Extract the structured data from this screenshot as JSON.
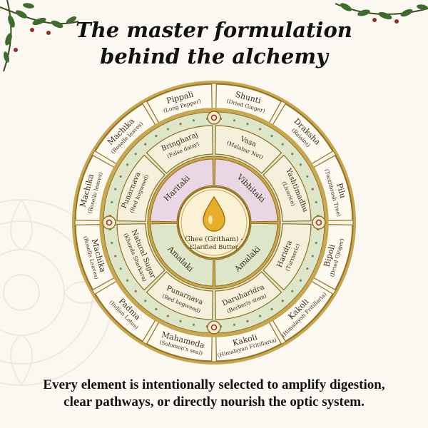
{
  "title": {
    "line1": "The master formulation",
    "line2": "behind the alchemy"
  },
  "caption": {
    "line1": "Every element is intentionally selected to amplify digestion,",
    "line2": "clear pathways, or directly nourish the optic system."
  },
  "center": {
    "name": "Ghee (Gritham) -",
    "sub": "Clarified Butter"
  },
  "inner_ring": [
    {
      "name": "Vibhitaki"
    },
    {
      "name": "Amalaki"
    },
    {
      "name": "Amalaki"
    },
    {
      "name": "Haritaki"
    }
  ],
  "middle_ring": [
    {
      "name": "Vasa",
      "sub": "(Malabar Nut)"
    },
    {
      "name": "Yashtimadhu",
      "sub": "(Licorice)"
    },
    {
      "name": "Haridra",
      "sub": "(Turmeric)"
    },
    {
      "name": "Daruharidra",
      "sub": "(Berberis stem)"
    },
    {
      "name": "Punarnava",
      "sub": "(Red hogweed)"
    },
    {
      "name": "Natural Sugar",
      "sub": "(Khanda Sharkara)"
    },
    {
      "name": "Punarnava",
      "sub": "(Red hogweed)"
    },
    {
      "name": "Bringharaj",
      "sub": "(False daisy)"
    }
  ],
  "outer_ring": [
    {
      "name": "Shunti",
      "sub": "(Dried Ginger)"
    },
    {
      "name": "Draksha",
      "sub": "(Raisins)"
    },
    {
      "name": "Pilu",
      "sub": "(Toothbrush Tree)"
    },
    {
      "name": "Bipoli",
      "sub": "(Dried Ginger)"
    },
    {
      "name": "Kakoli",
      "sub": "(Himalayan Fritillaria)"
    },
    {
      "name": "Kakoli",
      "sub": "(Himalayan Fritillaria)"
    },
    {
      "name": "Mahameda",
      "sub": "(Solomon's seal)"
    },
    {
      "name": "Padma",
      "sub": "(Indian Lotus)"
    },
    {
      "name": "Machika",
      "sub": "(Roselle Leaves)"
    },
    {
      "name": "Machika",
      "sub": "(Roselle leaves)"
    },
    {
      "name": "Machika",
      "sub": "(Roselle leaves)"
    },
    {
      "name": "Pippali",
      "sub": "(Long Pepper)"
    }
  ],
  "colors": {
    "gold": "#c9a74e",
    "gold_dark": "#8f6f22",
    "cream": "#fbf6e6",
    "sage": "#dde6c8",
    "lilac": "#e9d8e3",
    "leaf": "#3f6b2e",
    "berry": "#9b2b22"
  },
  "decor": {
    "center_icon": "ghee-drop-icon",
    "ring_emblems": [
      "triad-knot-icon",
      "leaf-sprig-icon",
      "mortar-icon",
      "lotus-icon"
    ],
    "corner": "vine-with-berries",
    "background": "faded-mandala"
  }
}
